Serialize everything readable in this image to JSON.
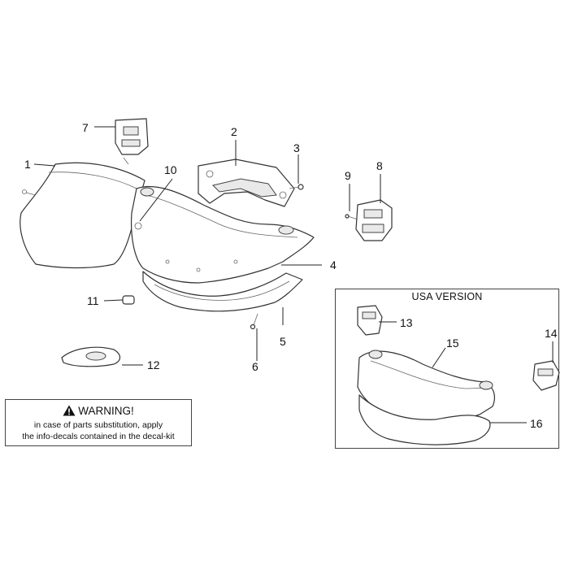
{
  "callouts": {
    "c1": "1",
    "c2": "2",
    "c3": "3",
    "c4": "4",
    "c5": "5",
    "c6": "6",
    "c7": "7",
    "c8": "8",
    "c9": "9",
    "c10": "10",
    "c11": "11",
    "c12": "12",
    "c13": "13",
    "c14": "14",
    "c15": "15",
    "c16": "16"
  },
  "usa_box": {
    "title": "USA VERSION"
  },
  "warning": {
    "icon": "warning-triangle-icon",
    "title": "WARNING!",
    "line1": "in case of parts substitution, apply",
    "line2": "the info-decals contained in the decal-kit"
  }
}
